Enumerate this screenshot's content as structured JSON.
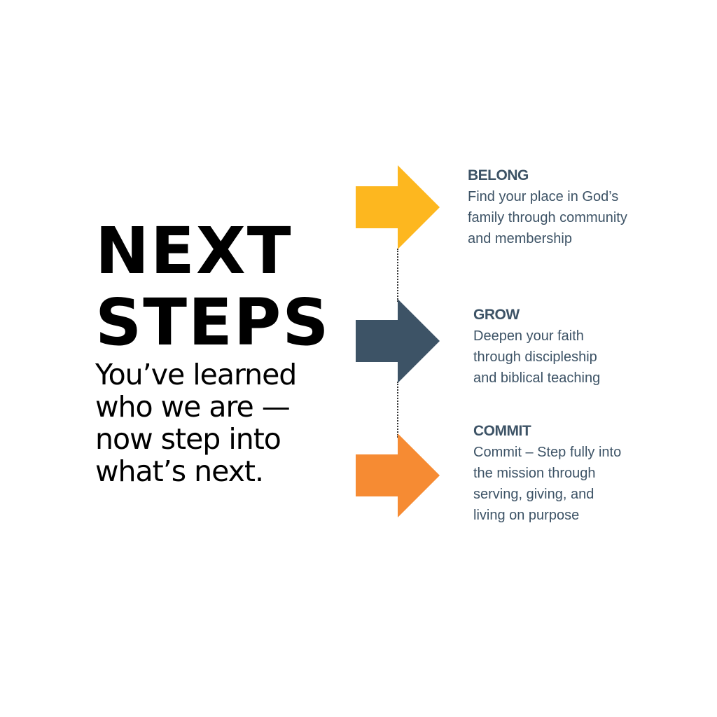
{
  "title": {
    "line1": "NEXT",
    "line2": "STEPS"
  },
  "subtitle": {
    "lines": [
      "You’ve learned",
      "who we are —",
      "now step into",
      "what’s next."
    ]
  },
  "steps": [
    {
      "heading": "BELONG",
      "lines": [
        "Find your place in God’s",
        "family through community",
        "and membership"
      ],
      "color": "#fdb71f",
      "icon": "arrow-right-icon"
    },
    {
      "heading": "GROW",
      "lines": [
        "Deepen your faith",
        "through discipleship",
        "and biblical teaching"
      ],
      "color": "#3d5366",
      "icon": "arrow-right-icon"
    },
    {
      "heading": "COMMIT",
      "lines": [
        "Commit – Step fully into",
        "the mission through",
        "serving, giving, and",
        "living on purpose"
      ],
      "color": "#f68b33",
      "icon": "arrow-right-icon"
    }
  ],
  "colors": {
    "text_dark": "#000000",
    "step_text": "#3d5366",
    "connector": "#333333"
  }
}
